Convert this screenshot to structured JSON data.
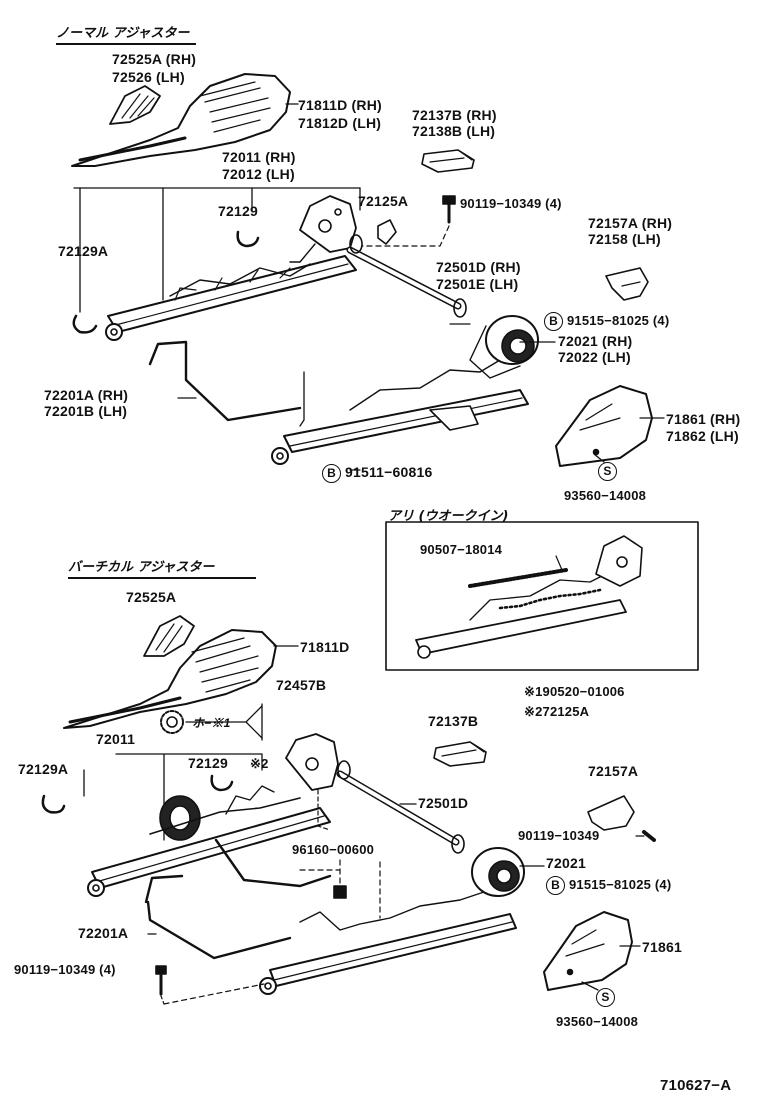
{
  "sections": {
    "normal": "ノーマル アジャスター",
    "vertical": "バーチカル アジャスター",
    "walkin": "アリ (ウオークイン)"
  },
  "labels": {
    "t_72525A_rh": "72525A (RH)",
    "t_72526_lh": "72526  (LH)",
    "t_71811D_rh": "71811D (RH)",
    "t_71812D_lh": "71812D (LH)",
    "t_72137B_rh": "72137B (RH)",
    "t_72138B_lh": "72138B (LH)",
    "t_72011_rh": "72011 (RH)",
    "t_72012_lh": "72012 (LH)",
    "t_72125A": "72125A",
    "t_90119_a": "90119−10349 (4)",
    "t_72129": "72129",
    "t_72129A": "72129A",
    "t_72157A_rh": "72157A (RH)",
    "t_72158_lh": "72158  (LH)",
    "t_72501D_rh": "72501D (RH)",
    "t_72501E_lh": "72501E (LH)",
    "t_91515_a": "91515−81025 (4)",
    "t_72021_rh": "72021 (RH)",
    "t_72022_lh": "72022 (LH)",
    "t_72201A_rh": "72201A (RH)",
    "t_72201B_lh": "72201B (LH)",
    "t_71861_rh": "71861 (RH)",
    "t_71862_lh": "71862 (LH)",
    "t_91511": "91511−60816",
    "t_93560_a": "93560−14008",
    "t_90507": "90507−18014",
    "t_note1": "※190520−01006",
    "t_note2": "※272125A",
    "t_72525A": "72525A",
    "t_71811D": "71811D",
    "t_72457B": "72457B",
    "t_mark1": "ホ−※1",
    "t_72011": "72011",
    "t_72129A_b": "72129A",
    "t_72129_b": "72129",
    "t_mark2": "※2",
    "t_72137B": "72137B",
    "t_72157A": "72157A",
    "t_72501D": "72501D",
    "t_90119_b": "90119−10349",
    "t_96160": "96160−00600",
    "t_72021": "72021",
    "t_91515_b": "91515−81025 (4)",
    "t_72201A": "72201A",
    "t_71861": "71861",
    "t_90119_c": "90119−10349 (4)",
    "t_93560_b": "93560−14008",
    "t_code": "710627−A"
  },
  "markers": {
    "B": "B",
    "S": "S"
  }
}
